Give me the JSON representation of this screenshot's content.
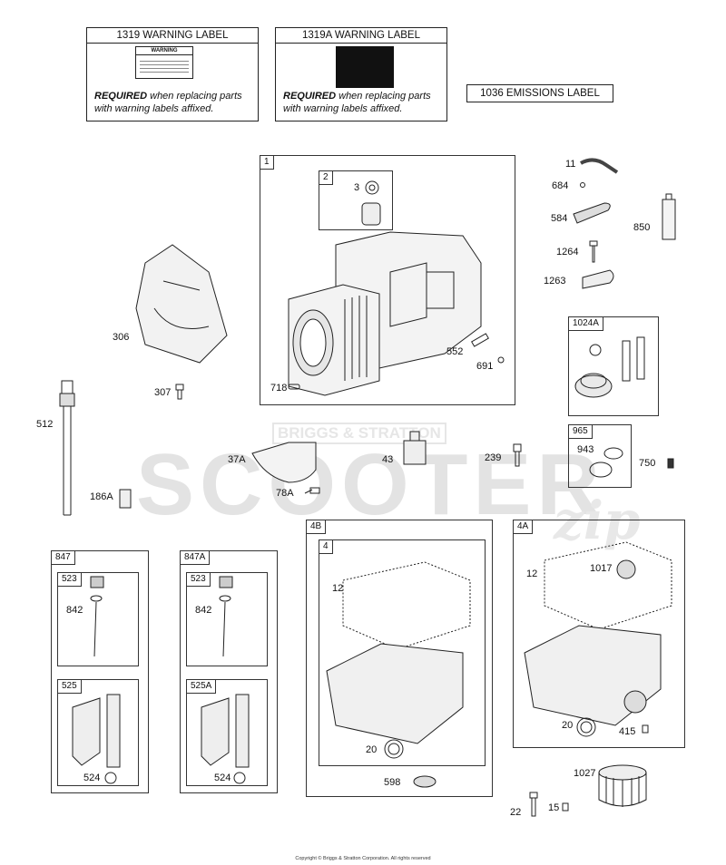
{
  "warning_labels": [
    {
      "title": "1319 WARNING LABEL",
      "required_word": "REQUIRED",
      "required_rest_1": " when replacing parts",
      "required_line_2": "with warning labels affixed."
    },
    {
      "title": "1319A WARNING LABEL",
      "required_word": "REQUIRED",
      "required_rest_1": " when replacing parts",
      "required_line_2": "with warning labels affixed."
    }
  ],
  "emissions_label": "1036 EMISSIONS LABEL",
  "sticker_warning_word": "WARNING",
  "watermark": {
    "brand": "BRIGGS & STRATTON",
    "word": "SCOOTER",
    "suffix": "zip"
  },
  "boxes": {
    "b1": "1",
    "b2": "2",
    "b1024A": "1024A",
    "b965": "965",
    "b847": "847",
    "b847A": "847A",
    "b523a": "523",
    "b523b": "523",
    "b525": "525",
    "b525A": "525A",
    "b4B": "4B",
    "b4": "4",
    "b4A": "4A"
  },
  "labels": {
    "l11": "11",
    "l684": "684",
    "l584": "584",
    "l850": "850",
    "l1264": "1264",
    "l1263": "1263",
    "l3": "3",
    "l306": "306",
    "l552": "552",
    "l691": "691",
    "l718": "718",
    "l307": "307",
    "l512": "512",
    "l37A": "37A",
    "l78A": "78A",
    "l43": "43",
    "l239": "239",
    "l943": "943",
    "l750": "750",
    "l186A": "186A",
    "l842a": "842",
    "l842b": "842",
    "l524a": "524",
    "l524b": "524",
    "l12a": "12",
    "l12b": "12",
    "l1017": "1017",
    "l20a": "20",
    "l20b": "20",
    "l415": "415",
    "l598": "598",
    "l1027": "1027",
    "l22": "22",
    "l15": "15"
  },
  "copyright": "Copyright © Briggs & Stratton Corporation. All rights reserved"
}
